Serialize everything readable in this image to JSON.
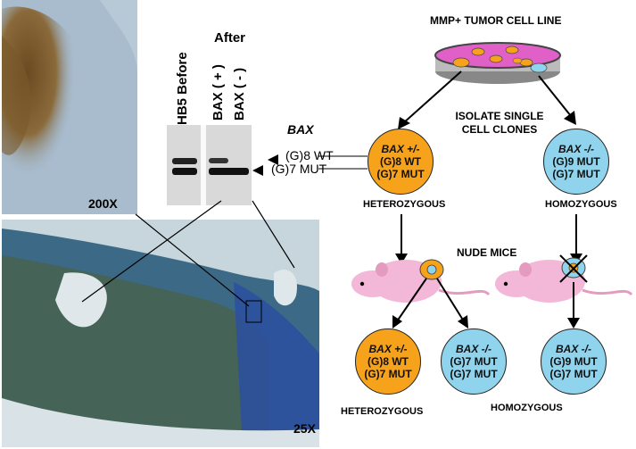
{
  "micrograph_top": {
    "magnification": "200X"
  },
  "micrograph_bottom": {
    "magnification": "25X"
  },
  "gel": {
    "lane_labels": [
      "HB5 Before",
      "BAX ( + )",
      "BAX ( - )"
    ],
    "after_label": "After",
    "gene_label": "BAX",
    "band_wt": "(G)8 WT",
    "band_mut": "(G)7 MUT"
  },
  "schematic": {
    "cell_line_title": "MMP+ TUMOR CELL LINE",
    "isolate_label": "ISOLATE SINGLE CELL CLONES",
    "nude_mice_label": "NUDE MICE",
    "clone_heterozygous": {
      "genotype": "BAX +/-",
      "line1": "(G)8 WT",
      "line2": "(G)7 MUT",
      "caption": "HETEROZYGOUS"
    },
    "clone_homozygous": {
      "genotype": "BAX -/-",
      "line1": "(G)9 MUT",
      "line2": "(G)7 MUT",
      "caption": "HOMOZYGOUS"
    },
    "tumor_het": {
      "genotype": "BAX +/-",
      "line1": "(G)8 WT",
      "line2": "(G)7 MUT"
    },
    "tumor_hom_a": {
      "genotype": "BAX -/-",
      "line1": "(G)7 MUT",
      "line2": "(G)7 MUT"
    },
    "tumor_hom_b": {
      "genotype": "BAX -/-",
      "line1": "(G)9 MUT",
      "line2": "(G)7 MUT"
    },
    "bottom_het_caption": "HETEROZYGOUS",
    "bottom_hom_caption": "HOMOZYGOUS"
  },
  "colors": {
    "orange": "#f7a21b",
    "blue": "#8fd3ec",
    "dish": "#e060c8",
    "mouse": "#f3b8d8"
  }
}
